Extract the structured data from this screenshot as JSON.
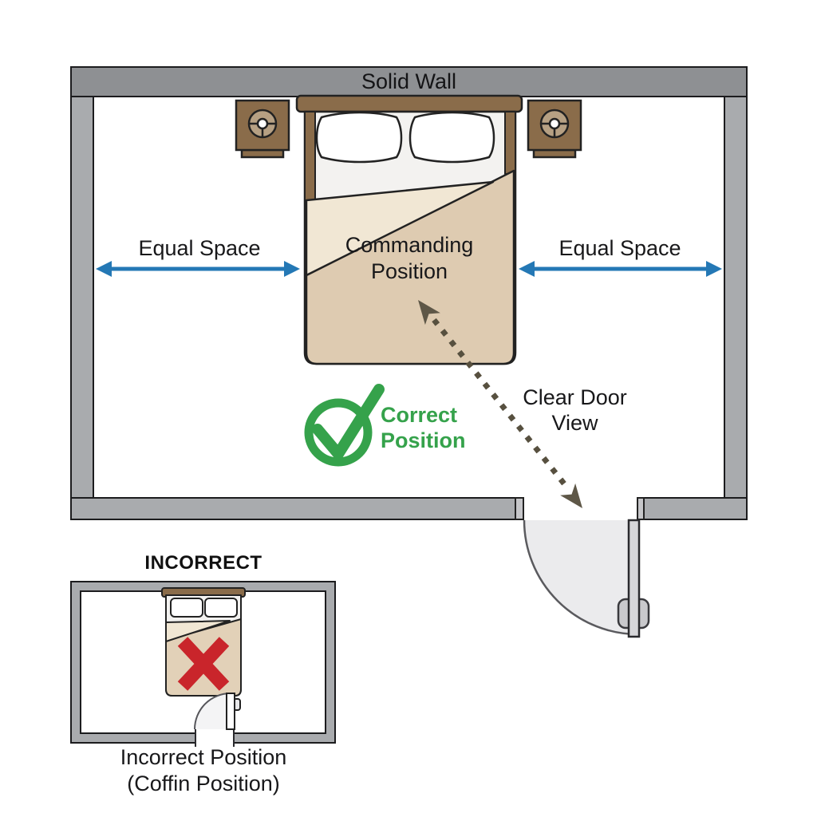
{
  "main_diagram": {
    "wall_label": "Solid Wall",
    "equal_space_left": "Equal Space",
    "equal_space_right": "Equal Space",
    "bed_label": "Commanding Position",
    "correct_label": "Correct Position",
    "door_view_label": "Clear Door View"
  },
  "incorrect_diagram": {
    "title": "INCORRECT",
    "caption_line1": "Incorrect Position",
    "caption_line2": "(Coffin Position)"
  },
  "icons": {
    "correct": "checkmark-circle-icon",
    "incorrect": "x-mark-icon",
    "spacing": "double-arrow-icon",
    "sightline": "dotted-double-arrow-icon"
  },
  "colors": {
    "wall_top": "#8e9093",
    "wall_side": "#a9abae",
    "wood_brown": "#8a6c4a",
    "nightstand_dial": "#b6a083",
    "mattress_white": "#f3f2f0",
    "blanket_beige": "#decbb1",
    "blanket_fold": "#f1e7d4",
    "accent_blue": "#2478b5",
    "accent_green": "#35a24b",
    "accent_red": "#c9252b",
    "dotted_arrow": "#57503f",
    "door_leaf_gray": "#d6d6d9",
    "door_swing_gray": "#ebebed",
    "outline": "#1c1c1e"
  }
}
